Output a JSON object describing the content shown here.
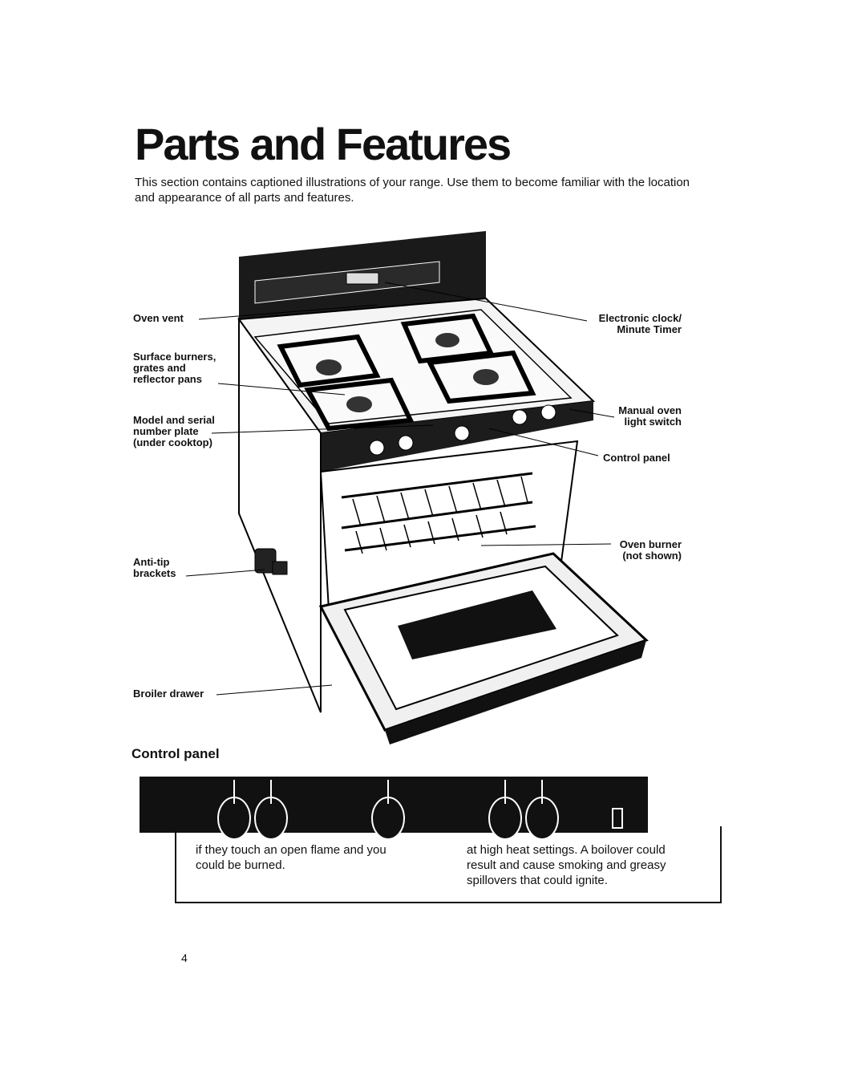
{
  "page": {
    "title": "Parts and Features",
    "intro": "This section contains captioned illustrations of your range. Use them to become familiar with the location and appearance of all parts and features.",
    "page_number": "4"
  },
  "labels": {
    "oven_vent": "Oven vent",
    "surface_burners": [
      "Surface burners,",
      "grates and",
      "reflector pans"
    ],
    "model_serial": [
      "Model and serial",
      "number plate",
      "(under cooktop)"
    ],
    "anti_tip": [
      "Anti-tip",
      "brackets"
    ],
    "broiler_drawer": "Broiler drawer",
    "electronic_clock": [
      "Electronic clock/",
      "Minute Timer"
    ],
    "manual_oven_light": [
      "Manual oven",
      "light switch"
    ],
    "control_panel": "Control panel",
    "oven_burner": [
      "Oven burner",
      "(not shown)"
    ]
  },
  "control_panel_section": {
    "heading": "Control panel"
  },
  "warning": {
    "left_text": [
      "if they touch an open flame and you",
      "could be burned."
    ],
    "right_text": [
      "at high heat settings. A boilover could",
      "result and cause smoking and greasy",
      "spillovers that could ignite."
    ]
  }
}
